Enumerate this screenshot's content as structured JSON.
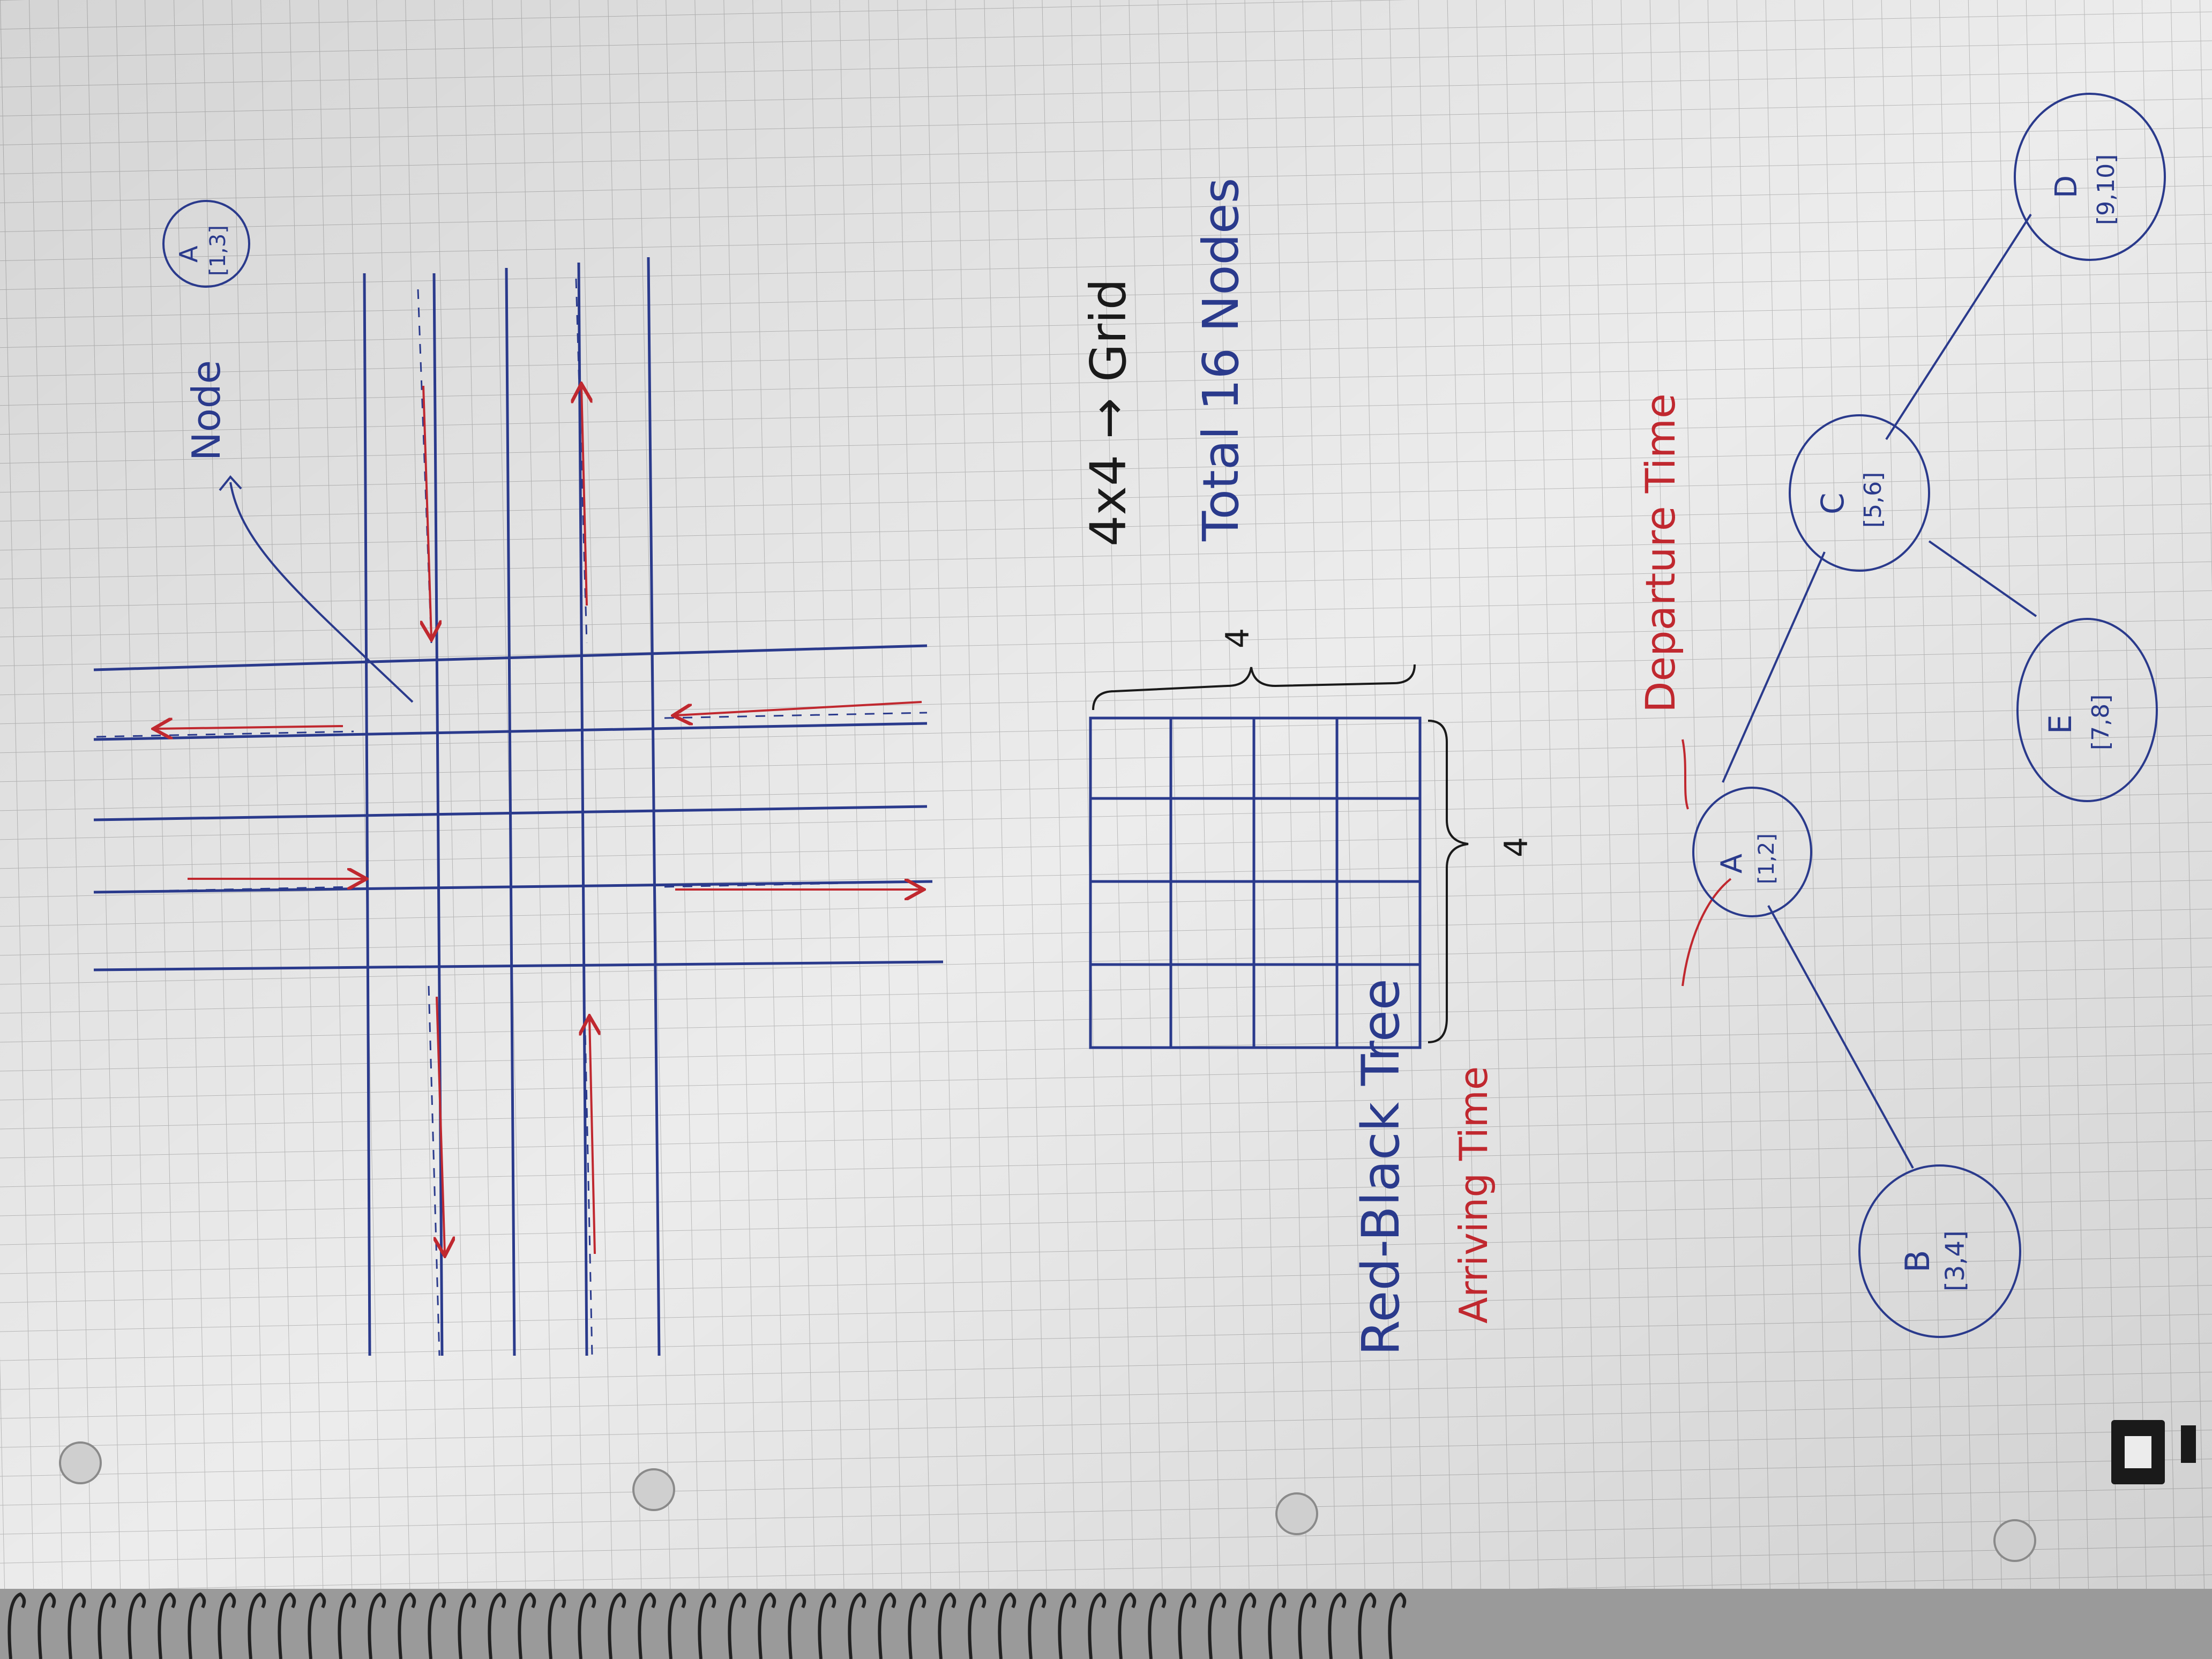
{
  "colors": {
    "paper": "#ececec",
    "grid": "#b8b8b8",
    "ink_blue": "#2a3a8c",
    "ink_red": "#c0282f",
    "ink_black": "#1a1a1a"
  },
  "intersection": {
    "node_label": "Node",
    "sample_node": {
      "name": "A",
      "interval": "[1,3]"
    }
  },
  "grid_diagram": {
    "title": "4x4 → Grid",
    "total": "Total 16 Nodes",
    "width_label": "4",
    "height_label": "4",
    "rows": 4,
    "cols": 4
  },
  "tree": {
    "title": "Red-Black Tree",
    "arriving_label": "Arriving Time",
    "departure_label": "Departure Time",
    "nodes": [
      {
        "name": "A",
        "interval": "[1,2]"
      },
      {
        "name": "B",
        "interval": "[3,4]"
      },
      {
        "name": "C",
        "interval": "[5,6]"
      },
      {
        "name": "D",
        "interval": "[9,10]"
      },
      {
        "name": "E",
        "interval": "[7,8]"
      }
    ]
  }
}
